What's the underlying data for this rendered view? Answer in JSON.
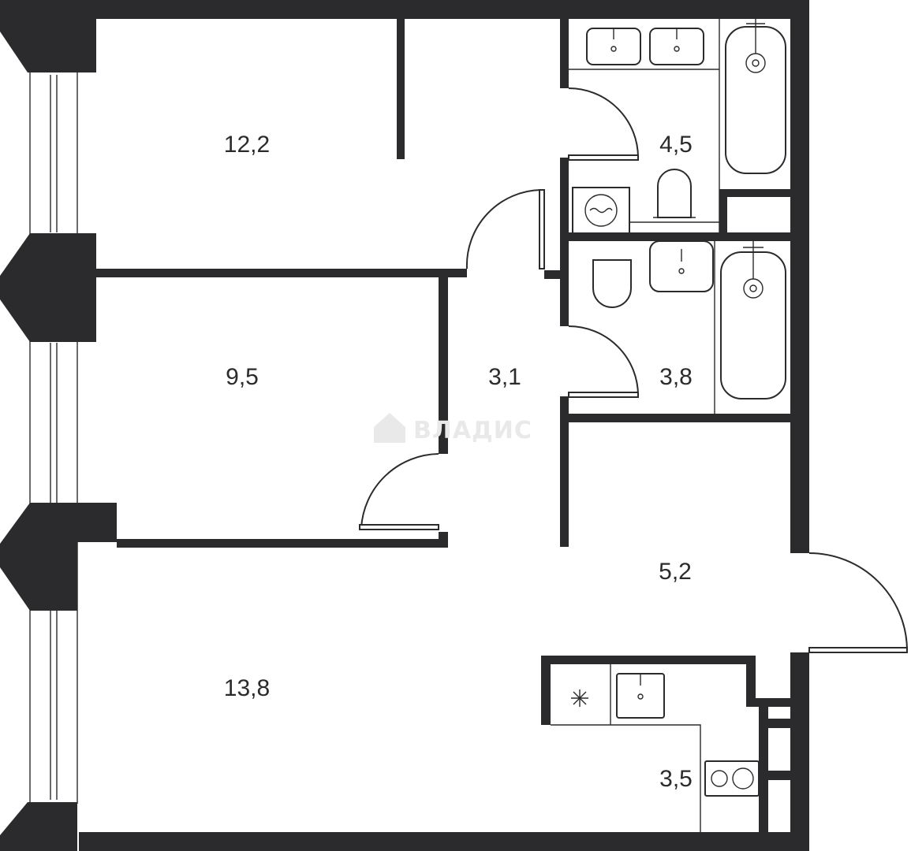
{
  "rooms": {
    "bedroom_1": "12,2",
    "bedroom_2": "9,5",
    "living": "13,8",
    "corridor": "3,1",
    "hall": "5,2",
    "bathroom_1": "4,5",
    "bathroom_2": "3,8",
    "kitchen": "3,5"
  },
  "watermark": "ВЛАДИС",
  "colors": {
    "wall": "#2b2b2d",
    "background": "#ffffff",
    "watermark": "#e9e9e9"
  }
}
